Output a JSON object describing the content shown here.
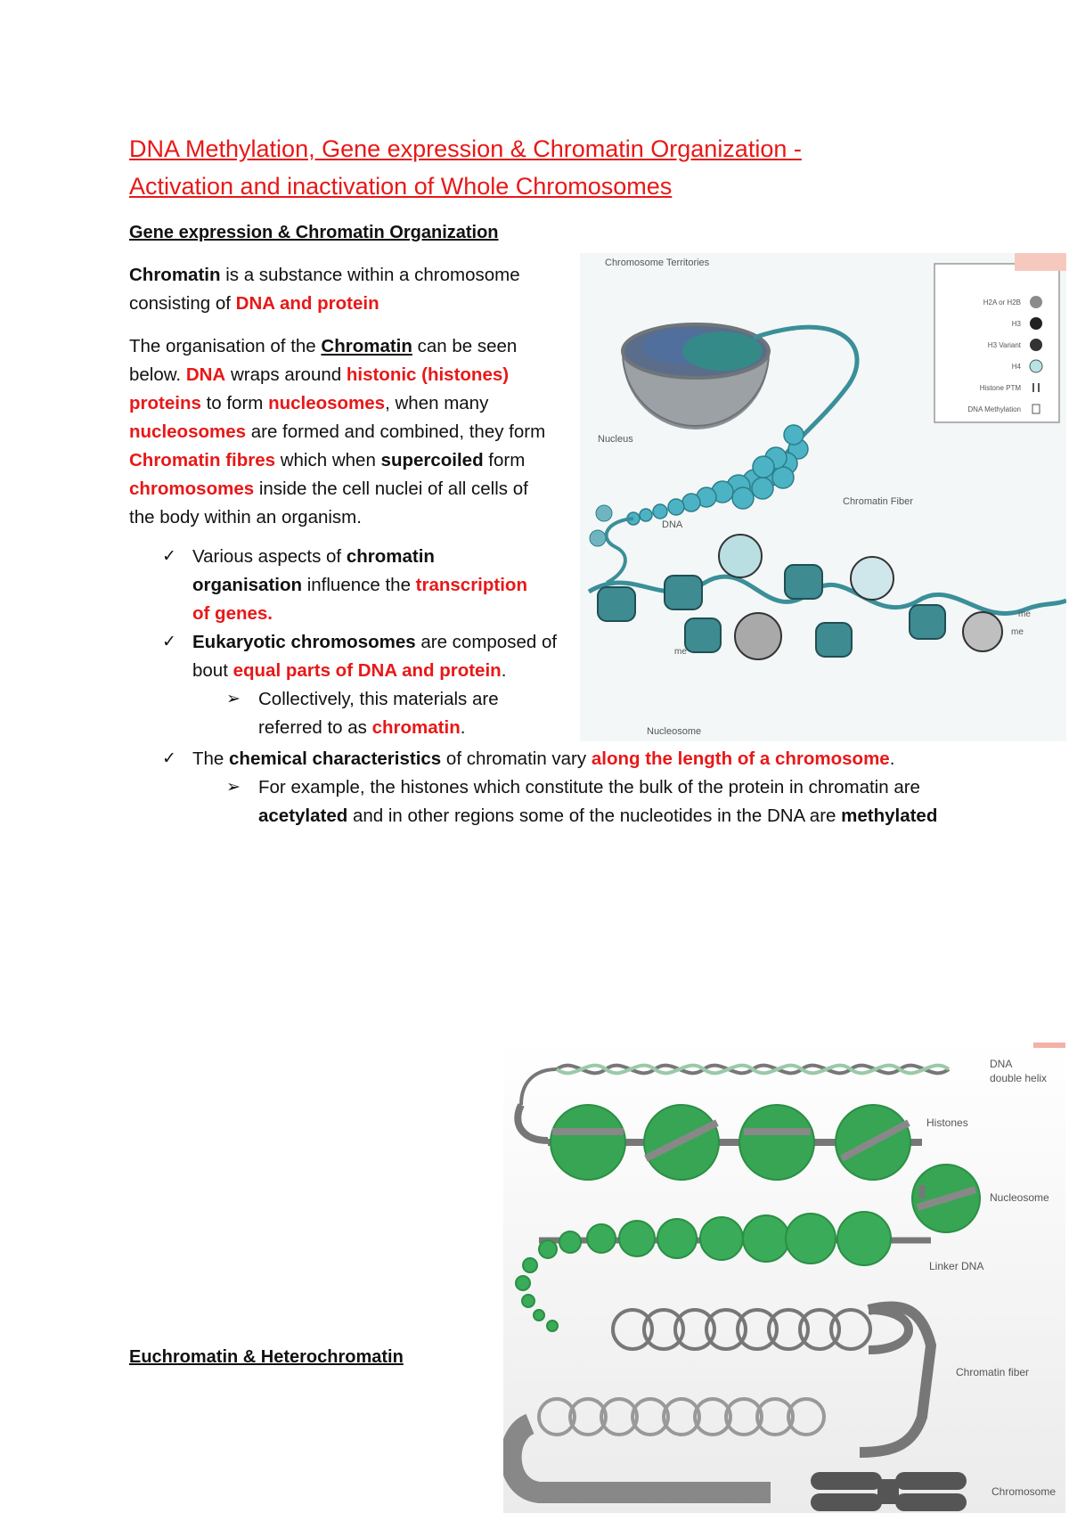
{
  "title": {
    "line1": "DNA Methylation, Gene expression & Chromatin Organization -",
    "line2": "Activation and inactivation of Whole Chromosomes"
  },
  "section1_heading": "Gene expression & Chromatin Organization",
  "para1": {
    "t1": "Chromatin",
    "t2": " is a substance within a chromosome consisting of ",
    "t3": "DNA and protein"
  },
  "para2": {
    "t1": "The organisation of the ",
    "t2": "Chromatin",
    "t3": " can be seen below. ",
    "t4": "DNA",
    "t5": " wraps around ",
    "t6": "histonic (histones) proteins",
    "t7": " to form ",
    "t8": "nucleosomes",
    "t9": ", when many ",
    "t10": "nucleosomes",
    "t11": " are formed and combined, they form ",
    "t12": "Chromatin fibres",
    "t13": " which when ",
    "t14": "supercoiled",
    "t15": " form ",
    "t16": "chromosomes",
    "t17": " inside the cell nuclei of all cells of the body within an organism."
  },
  "bullets": {
    "check": "✓",
    "arrow": "➢",
    "b1": {
      "t1": "Various aspects of ",
      "t2": "chromatin organisation",
      "t3": " influence the ",
      "t4": "transcription of genes."
    },
    "b2": {
      "t1": "Eukaryotic chromosomes",
      "t2": " are composed of bout ",
      "t3": "equal parts of DNA and protein",
      "t4": "."
    },
    "b2a": {
      "t1": "Collectively, this materials are referred to as ",
      "t2": "chromatin",
      "t3": "."
    },
    "b3": {
      "t1": "The ",
      "t2": "chemical characteristics",
      "t3": " of chromatin vary ",
      "t4": "along the length of a chromosome",
      "t5": "."
    },
    "b3a": {
      "t1": "For example, the histones which constitute the bulk of the protein in chromatin are ",
      "t2": "acetylated",
      "t3": " and in other regions some of the nucleotides in the DNA are ",
      "t4": "methylated"
    }
  },
  "section2_heading": "Euchromatin & Heterochromatin ",
  "figure1": {
    "labels": {
      "territories": "Chromosome Territories",
      "nucleus": "Nucleus",
      "fiber": "Chromatin Fiber",
      "dna": "DNA",
      "nucleosome": "Nucleosome",
      "me": "me"
    },
    "legend": [
      "H2A or H2B",
      "H3",
      "H3 Variant",
      "H4",
      "Histone PTM",
      "DNA Methylation"
    ]
  },
  "figure2": {
    "labels": {
      "dna": "DNA",
      "dna2": "double helix",
      "histones": "Histones",
      "nucleosome": "Nucleosome",
      "linker": "Linker DNA",
      "fiber": "Chromatin fiber",
      "chromosome": "Chromosome"
    }
  },
  "colors": {
    "heading_red": "#e81818",
    "teal": "#3aa6b5",
    "green": "#2fa34a"
  }
}
